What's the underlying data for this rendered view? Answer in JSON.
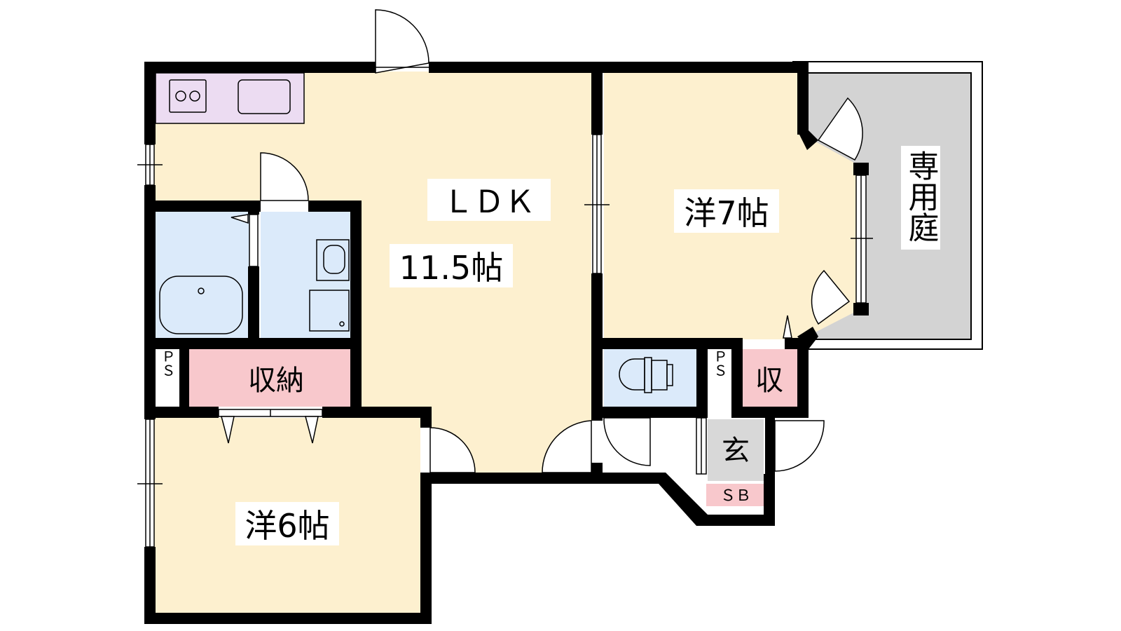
{
  "rooms": {
    "ldk_name": "ＬＤＫ",
    "ldk_size": "11.5帖",
    "western7": "洋7帖",
    "western6": "洋6帖",
    "storage": "収納",
    "small_storage": "収",
    "entrance": "玄",
    "shoe_box": "ＳＢ",
    "ps1": "ＰＳ",
    "ps2": "ＰＳ",
    "garden": "専用庭"
  },
  "colors": {
    "room": "#fdf0cf",
    "wet": "#dbeafa",
    "kitchen": "#ecdcf2",
    "storage": "#f8c8cc",
    "garden": "#d3d3d3",
    "entrance": "#d8d8d8",
    "wall": "#000000"
  }
}
